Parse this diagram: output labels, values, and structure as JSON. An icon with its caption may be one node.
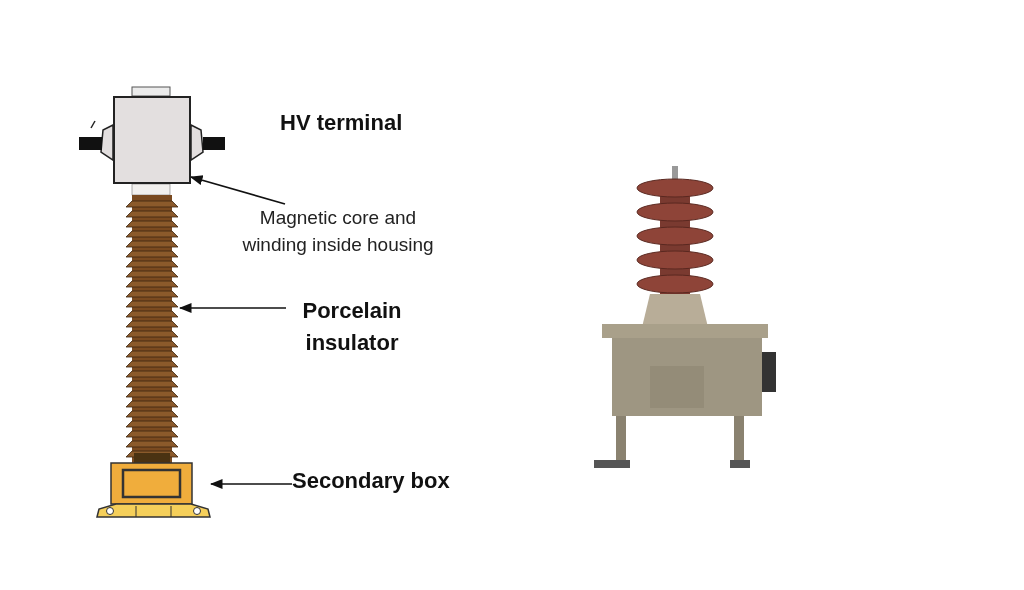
{
  "diagram": {
    "nodes": [
      {
        "text": [
          "Magnetic core and winding inside housing"
        ]
      },
      {
        "text": [],
        "shape": "box"
      },
      {
        "text": [
          "Porcelain insulator"
        ]
      },
      {
        "text": [],
        "shape": "picture"
      },
      {
        "text": [
          "Secondary box"
        ]
      },
      {
        "text": [],
        "shape": "picture"
      }
    ],
    "edges": [
      {
        "from": 0,
        "to": 1,
        "arrow": "to"
      },
      {
        "from": 2,
        "to": 3,
        "arrow": "to"
      },
      {
        "from": 4,
        "to": 5,
        "arrow": "to"
      }
    ],
    "labels": [
      "HV terminal"
    ]
  }
}
